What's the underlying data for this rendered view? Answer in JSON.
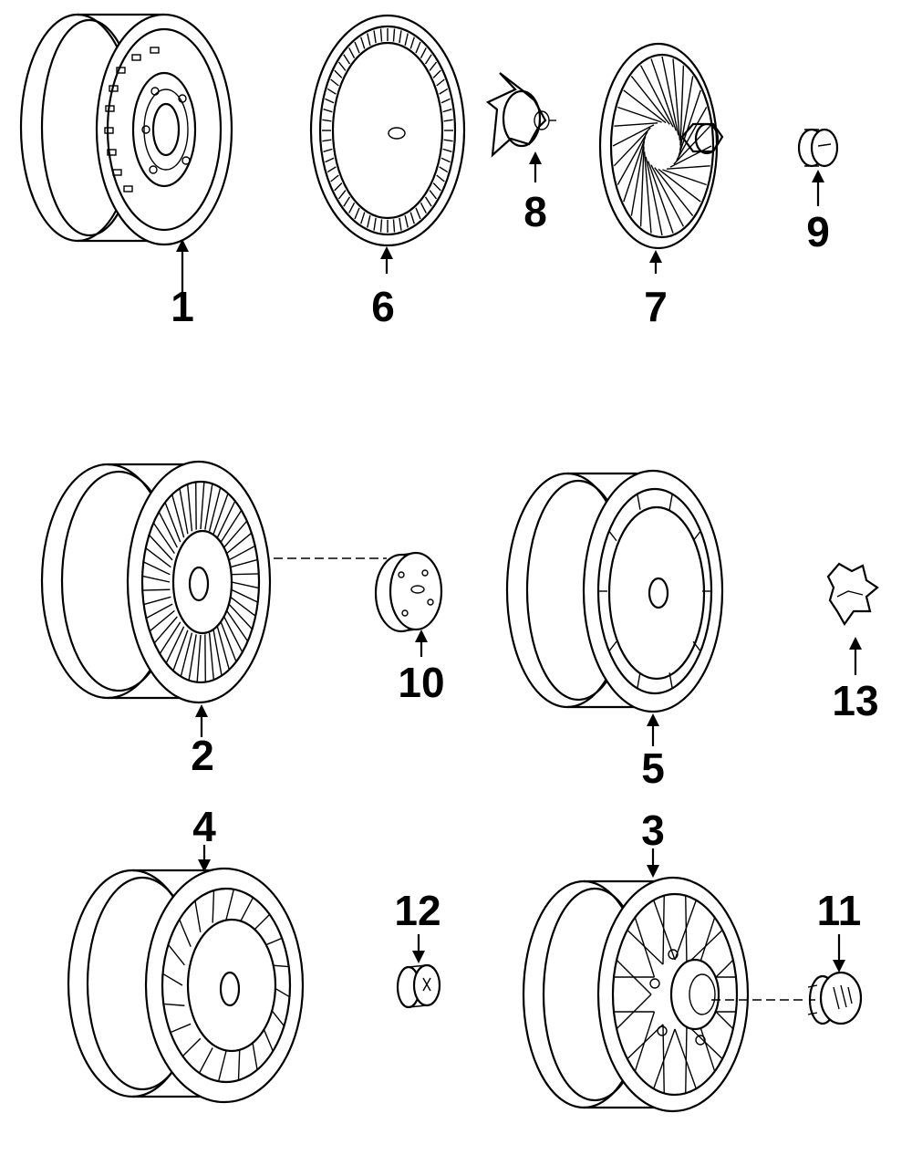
{
  "diagram": {
    "parts": [
      {
        "key": "p1",
        "number": "1",
        "icon": "steel-wheel-icon"
      },
      {
        "key": "p6",
        "number": "6",
        "icon": "wheel-cover-icon"
      },
      {
        "key": "p8",
        "number": "8",
        "icon": "hub-spinner-icon"
      },
      {
        "key": "p7",
        "number": "7",
        "icon": "wire-wheel-cover-icon"
      },
      {
        "key": "p9",
        "number": "9",
        "icon": "center-cap-icon"
      },
      {
        "key": "p2",
        "number": "2",
        "icon": "turbine-wheel-icon"
      },
      {
        "key": "p10",
        "number": "10",
        "icon": "hub-cap-icon"
      },
      {
        "key": "p5",
        "number": "5",
        "icon": "slotted-wheel-icon"
      },
      {
        "key": "p13",
        "number": "13",
        "icon": "star-cap-icon"
      },
      {
        "key": "p4",
        "number": "4",
        "icon": "vaned-wheel-icon"
      },
      {
        "key": "p12",
        "number": "12",
        "icon": "small-cap-icon"
      },
      {
        "key": "p3",
        "number": "3",
        "icon": "lattice-wheel-icon"
      },
      {
        "key": "p11",
        "number": "11",
        "icon": "emblem-cap-icon"
      }
    ]
  }
}
